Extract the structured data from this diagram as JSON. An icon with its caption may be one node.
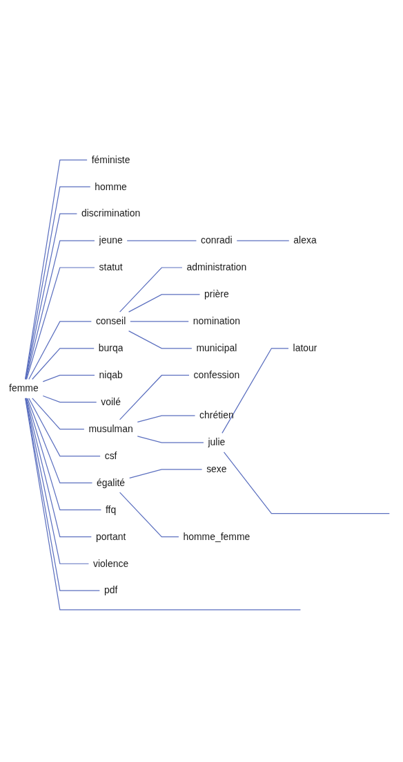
{
  "diagram": {
    "nodes": [
      {
        "text": [
          "latour"
        ]
      },
      {
        "text": [
          "administration"
        ]
      },
      {
        "text": [
          "prière"
        ]
      },
      {
        "text": [
          "nomination"
        ]
      },
      {
        "text": [
          "municipal"
        ]
      },
      {
        "text": [
          "julie"
        ]
      },
      {
        "text": [
          "conseil"
        ]
      },
      {
        "text": [
          "confession"
        ]
      },
      {
        "text": [
          "chrétien"
        ]
      },
      {
        "text": [
          "burqa"
        ]
      },
      {
        "text": [
          "alexa"
        ]
      },
      {
        "text": [
          "musulman"
        ]
      },
      {
        "text": [
          "niqab"
        ]
      },
      {
        "text": [
          "sexe"
        ]
      },
      {
        "text": [
          "conradi"
        ]
      },
      {
        "text": [
          "homme_femme"
        ]
      },
      {
        "text": [
          "égalité"
        ]
      },
      {
        "text": [
          "jeune"
        ]
      },
      {
        "text": [
          "voilé"
        ]
      },
      {
        "text": [
          "csf"
        ]
      },
      {
        "text": [
          "discrimination"
        ]
      },
      {
        "text": [
          "ffq"
        ]
      },
      {
        "text": [
          "statut"
        ]
      },
      {
        "text": [
          "portant"
        ]
      },
      {
        "text": [
          "violence"
        ]
      },
      {
        "text": [
          "homme"
        ]
      },
      {
        "text": [
          "féministe"
        ]
      },
      {
        "text": [
          "femme"
        ]
      },
      {
        "text": [
          "pdf"
        ]
      }
    ],
    "edges": [
      {
        "from": 27,
        "to": 26,
        "arrow": "none"
      },
      {
        "from": 27,
        "to": 25,
        "arrow": "none"
      },
      {
        "from": 27,
        "to": 20,
        "arrow": "none"
      },
      {
        "from": 27,
        "to": 17,
        "arrow": "none"
      },
      {
        "from": 17,
        "to": 14,
        "arrow": "none"
      },
      {
        "from": 14,
        "to": 10,
        "arrow": "none"
      },
      {
        "from": 27,
        "to": 22,
        "arrow": "none"
      },
      {
        "from": 27,
        "to": 6,
        "arrow": "none"
      },
      {
        "from": 6,
        "to": 1,
        "arrow": "none"
      },
      {
        "from": 6,
        "to": 2,
        "arrow": "none"
      },
      {
        "from": 6,
        "to": 3,
        "arrow": "none"
      },
      {
        "from": 6,
        "to": 4,
        "arrow": "none"
      },
      {
        "from": 27,
        "to": 9,
        "arrow": "none"
      },
      {
        "from": 27,
        "to": 12,
        "arrow": "none"
      },
      {
        "from": 27,
        "to": 18,
        "arrow": "none"
      },
      {
        "from": 27,
        "to": 11,
        "arrow": "none"
      },
      {
        "from": 11,
        "to": 7,
        "arrow": "none"
      },
      {
        "from": 11,
        "to": 8,
        "arrow": "none"
      },
      {
        "from": 11,
        "to": 5,
        "arrow": "none"
      },
      {
        "from": 5,
        "to": 0,
        "arrow": "none"
      },
      {
        "from": 5,
        "to": null,
        "arrow": "none"
      },
      {
        "from": 27,
        "to": 19,
        "arrow": "none"
      },
      {
        "from": 27,
        "to": 16,
        "arrow": "none"
      },
      {
        "from": 16,
        "to": 13,
        "arrow": "none"
      },
      {
        "from": 16,
        "to": 15,
        "arrow": "none"
      },
      {
        "from": 27,
        "to": 21,
        "arrow": "none"
      },
      {
        "from": 27,
        "to": 23,
        "arrow": "none"
      },
      {
        "from": 27,
        "to": 24,
        "arrow": "none"
      },
      {
        "from": 27,
        "to": 28,
        "arrow": "none"
      },
      {
        "from": 27,
        "to": null,
        "arrow": "none"
      }
    ]
  }
}
